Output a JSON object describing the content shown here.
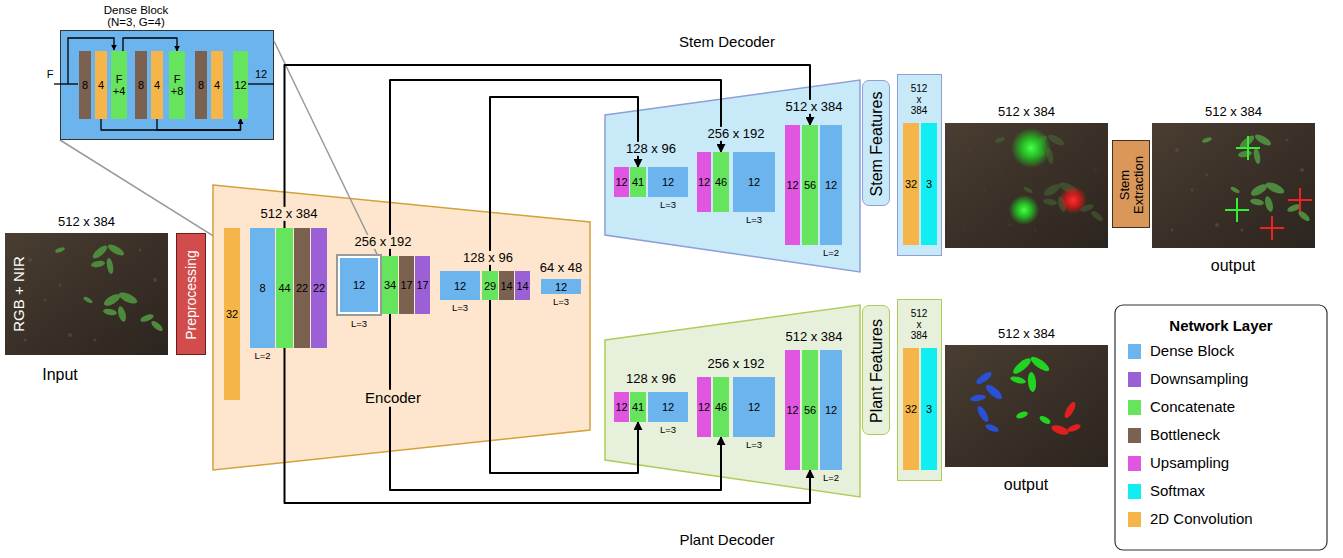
{
  "diagram": {
    "nodes": [
      {
        "text": [
          "Dense Block (N=3, G=4)"
        ]
      },
      {
        "text": [
          "8"
        ],
        "in": 0
      },
      {
        "text": [
          "4"
        ],
        "in": 0
      },
      {
        "text": [
          "F +4"
        ],
        "in": 0
      },
      {
        "text": [
          "8"
        ],
        "in": 0
      },
      {
        "text": [
          "4"
        ],
        "in": 0
      },
      {
        "text": [
          "F +8"
        ],
        "in": 0
      },
      {
        "text": [
          "8"
        ],
        "in": 0
      },
      {
        "text": [
          "4"
        ],
        "in": 0
      },
      {
        "text": [
          "12"
        ],
        "in": 0
      },
      {
        "text": [
          "512 x 384",
          "RGB + NIR",
          "Input"
        ]
      },
      {
        "text": [
          "Preprocessing"
        ]
      },
      {
        "text": [
          "Encoder"
        ]
      },
      {
        "text": [
          "32"
        ],
        "in": 12
      },
      {
        "text": [
          "8",
          "L=2"
        ],
        "in": 12
      },
      {
        "text": [
          "44"
        ],
        "in": 12
      },
      {
        "text": [
          "22"
        ],
        "in": 12
      },
      {
        "text": [
          "22"
        ],
        "in": 12
      },
      {
        "text": [
          "12",
          "L=3"
        ],
        "in": 12
      },
      {
        "text": [
          "34"
        ],
        "in": 12
      },
      {
        "text": [
          "17"
        ],
        "in": 12
      },
      {
        "text": [
          "17"
        ],
        "in": 12
      },
      {
        "text": [
          "12",
          "L=3"
        ],
        "in": 12
      },
      {
        "text": [
          "29"
        ],
        "in": 12
      },
      {
        "text": [
          "14"
        ],
        "in": 12
      },
      {
        "text": [
          "14"
        ],
        "in": 12
      },
      {
        "text": [
          "12",
          "L=3"
        ],
        "in": 12
      },
      {
        "text": [
          "Stem Decoder"
        ]
      },
      {
        "text": [
          "12"
        ],
        "in": 27
      },
      {
        "text": [
          "41"
        ],
        "in": 27
      },
      {
        "text": [
          "12",
          "L=3"
        ],
        "in": 27
      },
      {
        "text": [
          "12"
        ],
        "in": 27
      },
      {
        "text": [
          "46"
        ],
        "in": 27
      },
      {
        "text": [
          "12",
          "L=3"
        ],
        "in": 27
      },
      {
        "text": [
          "12"
        ],
        "in": 27
      },
      {
        "text": [
          "56"
        ],
        "in": 27
      },
      {
        "text": [
          "12",
          "L=2"
        ],
        "in": 27
      },
      {
        "text": [
          "Stem Features"
        ]
      },
      {
        "text": [
          "512 x 384"
        ]
      },
      {
        "text": [
          "32"
        ],
        "in": 38
      },
      {
        "text": [
          "3"
        ],
        "in": 38
      },
      {
        "text": [
          "512 x 384"
        ]
      },
      {
        "text": [
          "Stem Extraction"
        ]
      },
      {
        "text": [
          "512 x 384",
          "output"
        ]
      },
      {
        "text": [
          "Plant Decoder"
        ]
      },
      {
        "text": [
          "12"
        ],
        "in": 44
      },
      {
        "text": [
          "41"
        ],
        "in": 44
      },
      {
        "text": [
          "12",
          "L=3"
        ],
        "in": 44
      },
      {
        "text": [
          "12"
        ],
        "in": 44
      },
      {
        "text": [
          "46"
        ],
        "in": 44
      },
      {
        "text": [
          "12",
          "L=3"
        ],
        "in": 44
      },
      {
        "text": [
          "12"
        ],
        "in": 44
      },
      {
        "text": [
          "56"
        ],
        "in": 44
      },
      {
        "text": [
          "12",
          "L=2"
        ],
        "in": 44
      },
      {
        "text": [
          "Plant Features"
        ]
      },
      {
        "text": [
          "512 x 384"
        ]
      },
      {
        "text": [
          "32"
        ],
        "in": 55
      },
      {
        "text": [
          "3"
        ],
        "in": 55
      },
      {
        "text": [
          "512 x 384",
          "output"
        ]
      }
    ],
    "edges": [
      {
        "from": 3,
        "to": 6,
        "arrow": "to"
      },
      {
        "from": 2,
        "to": 9,
        "arrow": "to"
      },
      {
        "from": 5,
        "to": 9,
        "arrow": "to"
      },
      {
        "from": 0,
        "to": 18,
        "arrow": "none"
      },
      {
        "from": 15,
        "to": 35,
        "arrow": "to"
      },
      {
        "from": 19,
        "to": 32,
        "arrow": "to"
      },
      {
        "from": 23,
        "to": 29,
        "arrow": "to"
      },
      {
        "from": 15,
        "to": 52,
        "arrow": "to"
      },
      {
        "from": 19,
        "to": 49,
        "arrow": "to"
      },
      {
        "from": 23,
        "to": 46,
        "arrow": "to"
      }
    ],
    "labels": [
      "F",
      "12",
      "512 x 384",
      "256 x 192",
      "128 x 96",
      "64 x 48",
      "128 x 96",
      "256 x 192",
      "512 x 384",
      "128 x 96",
      "256 x 192",
      "512 x 384",
      "Network Layer"
    ],
    "legend": [
      {
        "text": "Dense Block",
        "color": "#6cb4ee"
      },
      {
        "text": "Downsampling",
        "color": "#9b5fd6"
      },
      {
        "text": "Concatenate",
        "color": "#66e45e"
      },
      {
        "text": "Bottleneck",
        "color": "#7b6150"
      },
      {
        "text": "Upsampling",
        "color": "#e056e0"
      },
      {
        "text": "Softmax",
        "color": "#11eef2"
      },
      {
        "text": "2D Convolution",
        "color": "#f5b548"
      }
    ]
  }
}
